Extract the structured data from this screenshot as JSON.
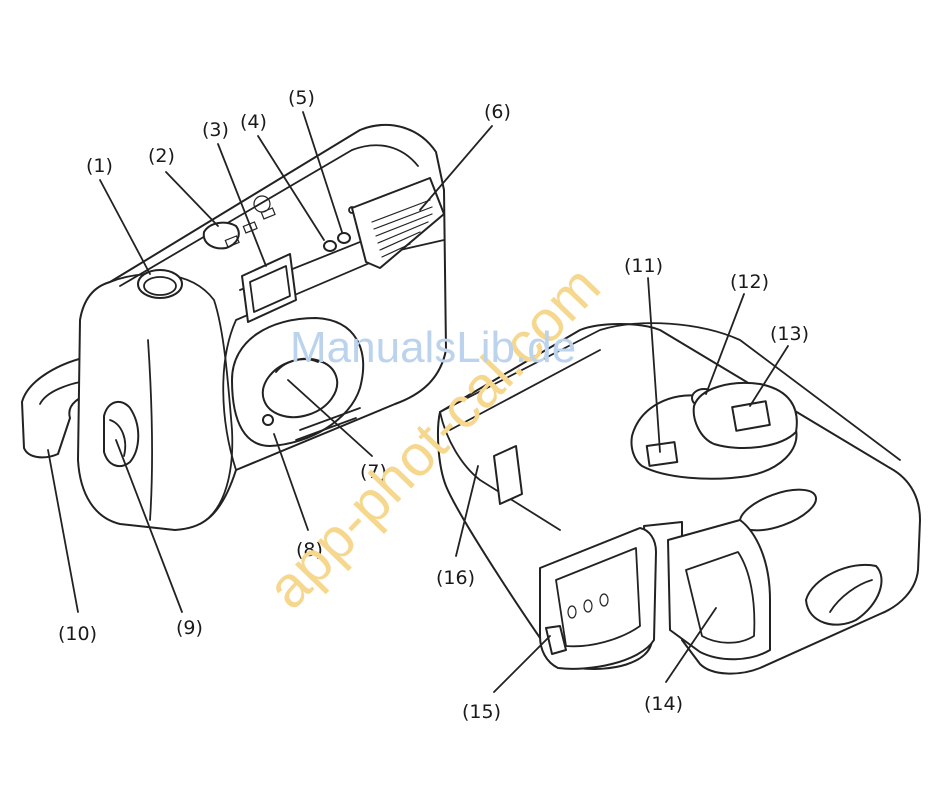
{
  "callouts": {
    "c1": "(1)",
    "c2": "(2)",
    "c3": "(3)",
    "c4": "(4)",
    "c5": "(5)",
    "c6": "(6)",
    "c7": "(7)",
    "c8": "(8)",
    "c9": "(9)",
    "c10": "(10)",
    "c11": "(11)",
    "c12": "(12)",
    "c13": "(13)",
    "c14": "(14)",
    "c15": "(15)",
    "c16": "(16)"
  },
  "watermarks": {
    "site": "ManualsLib.de",
    "domain": "app-phot-cal.com"
  },
  "colors": {
    "line": "#222222",
    "watermark_blue": "#bcd3ee",
    "watermark_orange": "#f6d78e"
  }
}
